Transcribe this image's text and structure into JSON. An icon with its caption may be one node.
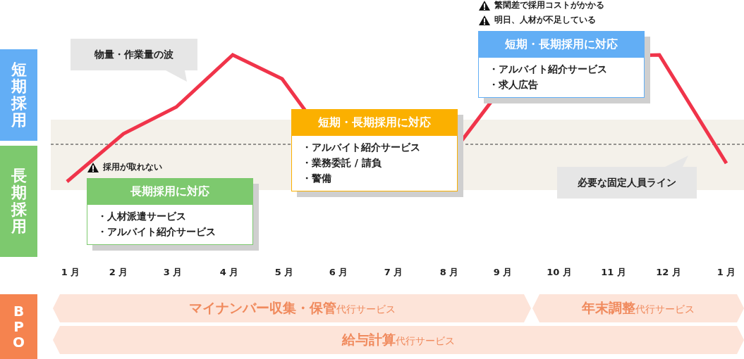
{
  "diagram": {
    "nodes": [
      {
        "text": [
          "短期採用"
        ]
      },
      {
        "text": [
          "長期採用"
        ]
      },
      {
        "text": [
          "BPO"
        ]
      },
      {
        "text": [
          "物量・作業量の波"
        ]
      },
      {
        "text": [
          "長期採用に対応",
          "・人材派遣サービス",
          "・アルバイト紹介サービス"
        ],
        "beside": [
          "採用が取れない"
        ]
      },
      {
        "text": [
          "短期・長期採用に対応",
          "・アルバイト紹介サービス",
          "・業務委託 / 請負",
          "・警備"
        ]
      },
      {
        "text": [
          "短期・長期採用に対応",
          "・アルバイト紹介サービス",
          "・求人広告"
        ],
        "beside": [
          "繁閑差で採用コストがかかる",
          "明日、人材が不足している"
        ]
      },
      {
        "text": [
          "必要な固定人員ライン"
        ]
      },
      {
        "text": [
          "マイナンバー収集・保管",
          "代行サービス"
        ]
      },
      {
        "text": [
          "年末調整",
          "代行サービス"
        ]
      },
      {
        "text": [
          "給与計算",
          "代行サービス"
        ]
      }
    ],
    "labels": [
      "1 月",
      "2 月",
      "3 月",
      "4 月",
      "5 月",
      "6 月",
      "7 月",
      "8 月",
      "9 月",
      "10 月",
      "11 月",
      "12 月",
      "1 月"
    ]
  }
}
